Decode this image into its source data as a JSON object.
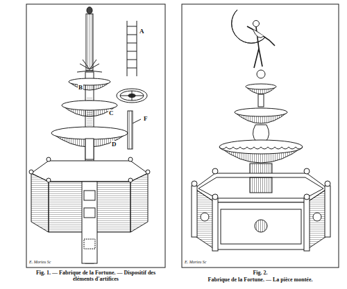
{
  "diagram": {
    "labels": [
      "A",
      "B",
      "C",
      "D",
      "F",
      "E. Morieu Sc",
      "E. Morieu Sc",
      "Fig. 1. — Fabrique de la Fortune. — Dispositif des éléments d'artifices",
      "Fig. 2.",
      "Fabrique de la Fortune. — La pièce montée."
    ]
  }
}
